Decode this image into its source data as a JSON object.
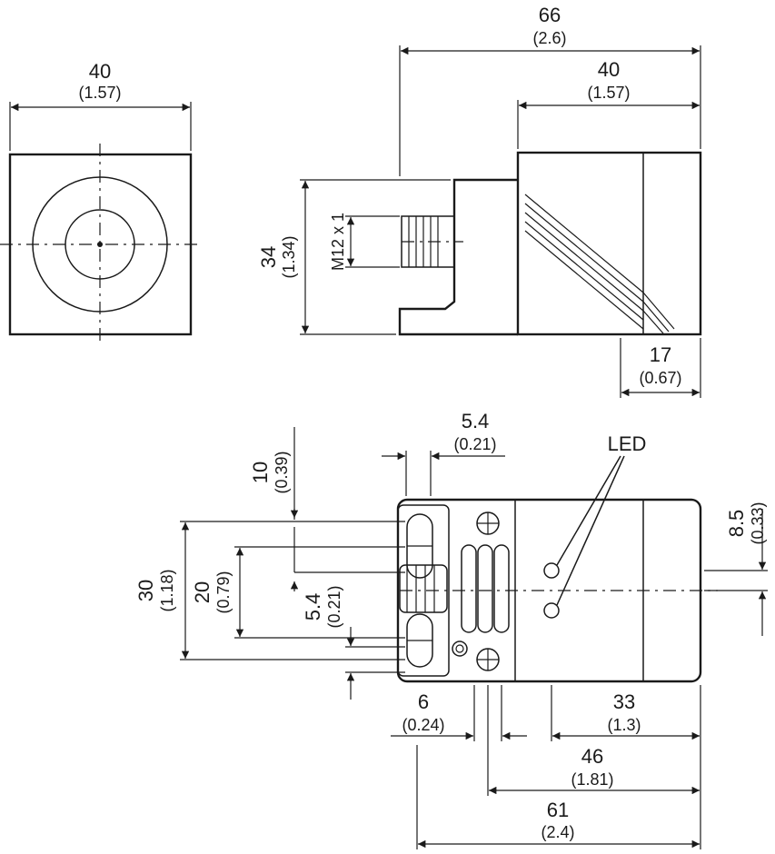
{
  "dims": {
    "front_width_mm": "40",
    "front_width_in": "(1.57)",
    "overall_length_mm": "66",
    "overall_length_in": "(2.6)",
    "head_length_mm": "40",
    "head_length_in": "(1.57)",
    "height_mm": "34",
    "height_in": "(1.34)",
    "thread": "M12 x 1",
    "face_depth_mm": "17",
    "face_depth_in": "(0.67)",
    "slot_mm": "5.4",
    "slot_in": "(0.21)",
    "top_offset_mm": "10",
    "top_offset_in": "(0.39)",
    "hole_spacing_mm": "30",
    "hole_spacing_in": "(1.18)",
    "inner_spacing_mm": "20",
    "inner_spacing_in": "(0.79)",
    "small_slot_mm": "5.4",
    "small_slot_in": "(0.21)",
    "led_offset_mm": "8.5",
    "led_offset_in": "(0.33)",
    "base_offset_mm": "6",
    "base_offset_in": "(0.24)",
    "led_zone_mm": "33",
    "led_zone_in": "(1.3)",
    "mid_length_mm": "46",
    "mid_length_in": "(1.81)",
    "body_length_mm": "61",
    "body_length_in": "(2.4)"
  },
  "labels": {
    "led": "LED"
  }
}
